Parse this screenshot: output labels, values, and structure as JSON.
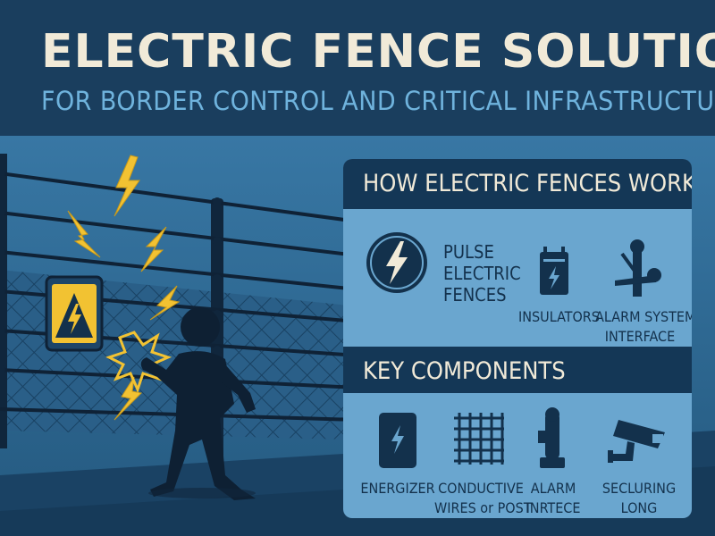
{
  "header": {
    "title": "ELECTRIC FENCE SOLUTIONS",
    "subtitle": "FOR BORDER CONTROL AND CRITICAL INFRASTRUCTURE"
  },
  "panel": {
    "how_title": "HOW ELECTRIC FENCES WORK",
    "how_items": [
      {
        "label_lines": [
          "PULSE",
          "ELECTRIC",
          "FENCES"
        ],
        "icon": "lightning-bolt-icon"
      },
      {
        "label": "INSULATORS",
        "icon": "insulator-icon"
      },
      {
        "label_lines": [
          "ALARM SYSTEM",
          "INTERFACE"
        ],
        "icon": "alarm-system-icon"
      }
    ],
    "components_title": "KEY COMPONENTS",
    "components": [
      {
        "label": "ENERGIZER",
        "icon": "energizer-icon"
      },
      {
        "label_lines": [
          "CONDUCTIVE",
          "WIRES or POST"
        ],
        "icon": "mesh-wires-icon"
      },
      {
        "label_lines": [
          "ALARM",
          "INRTECE"
        ],
        "icon": "alarm-post-icon"
      },
      {
        "label_lines": [
          "SECLURING",
          "LONG"
        ],
        "icon": "security-camera-icon"
      }
    ]
  },
  "colors": {
    "header_bg": "#1a3e5e",
    "title": "#f1ead8",
    "subtitle": "#6fb3dd",
    "panel_bg": "#6aa6cf",
    "panel_head": "#143756",
    "bolt": "#f2c232",
    "scene_bg": "#2e6a96"
  }
}
